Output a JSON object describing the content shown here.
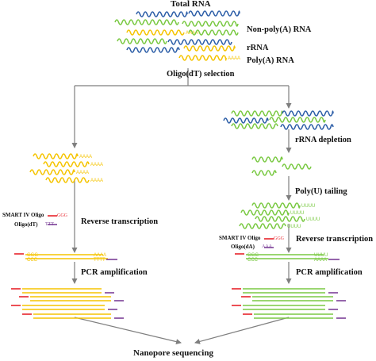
{
  "title": "Total RNA",
  "labels": {
    "non_polyA": "Non-poly(A) RNA",
    "rrna": "rRNA",
    "polyA": "Poly(A) RNA",
    "oligo_dt_selection": "Oligo(dT) selection",
    "rrna_depletion": "rRNA depletion",
    "polyu_tailing": "Poly(U) tailing",
    "reverse_transcription_left": "Reverse transcription",
    "reverse_transcription_right": "Reverse transcription",
    "pcr_left": "PCR amplification",
    "pcr_right": "PCR amplification",
    "nanopore": "Nanopore sequencing"
  },
  "legend_left": {
    "smart": "SMART IV Oligo",
    "oligo": "Oligo(dT)",
    "smart_seq": "GGG",
    "oligo_seq": "TTT"
  },
  "legend_right": {
    "smart": "SMART IV Oligo",
    "oligo": "Oligo(dA)",
    "smart_seq": "GGG",
    "oligo_seq": "AAA"
  },
  "colors": {
    "polyA_rna": "#f5c400",
    "non_polyA_rna": "#7ac943",
    "rrna": "#2e5fa8",
    "smart_oligo": "#e8232a",
    "oligo_primer": "#7b3f98",
    "arrow": "#7f7f7f"
  }
}
